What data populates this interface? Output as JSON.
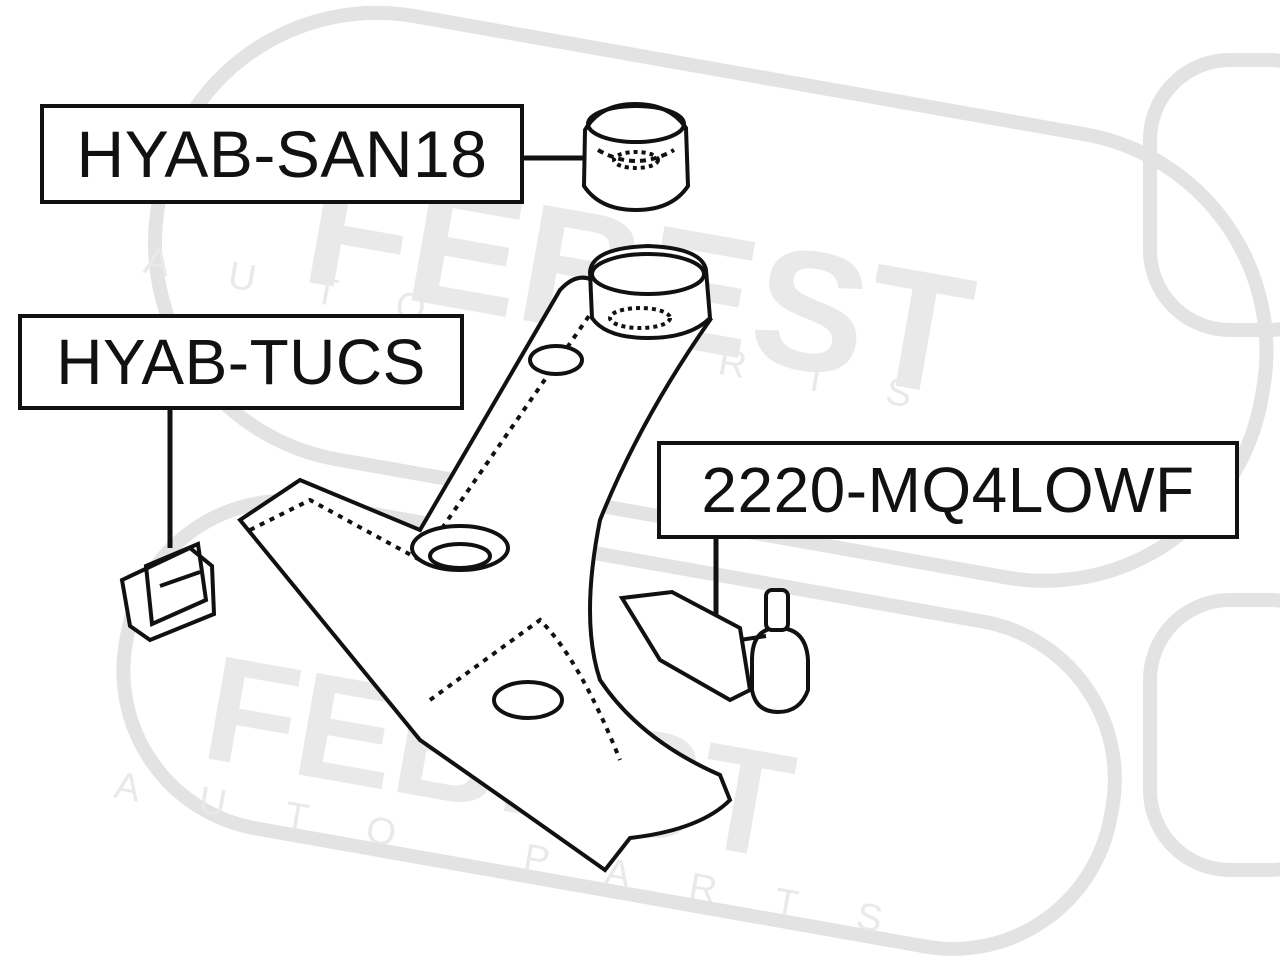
{
  "labels": {
    "upper_bushing": "HYAB-SAN18",
    "rear_bushing": "HYAB-TUCS",
    "ball_joint": "2220-MQ4LOWF"
  },
  "watermark": {
    "brand": "FEBEST",
    "subtext": "AUTO PARTS",
    "color": "#e6e6e6"
  },
  "colors": {
    "ink": "#111111",
    "background": "#ffffff"
  }
}
